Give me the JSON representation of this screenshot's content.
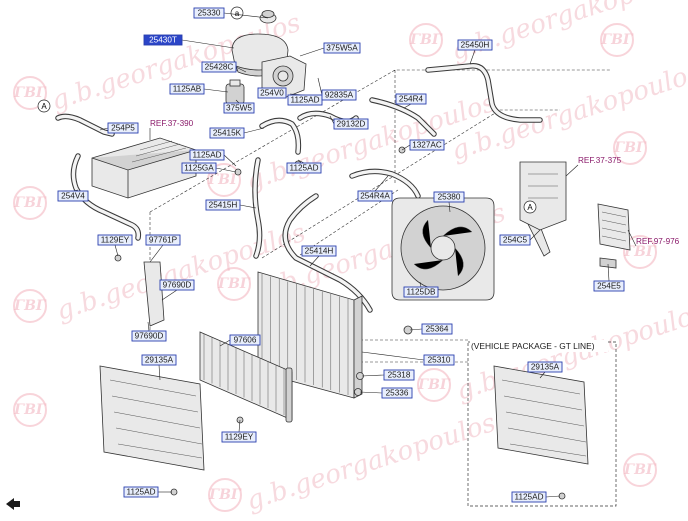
{
  "watermark": {
    "text": "g.b.georgakopoulos",
    "logo_text": "ΓΒΓ",
    "color": "#f1bcc6"
  },
  "colors": {
    "label_fill": "#e8eefc",
    "label_border": "#2a3fae",
    "selected_label_fill": "#2b45c8",
    "reference_text": "#8a1a6a"
  },
  "callouts": {
    "a_top": "a",
    "a_left": "A",
    "a_right": "A"
  },
  "package_box": {
    "title": "(VEHICLE PACKAGE - GT LINE)"
  },
  "references": [
    {
      "id": "ref-37-390",
      "text": "REF.37-390"
    },
    {
      "id": "ref-37-375",
      "text": "REF.37-375"
    },
    {
      "id": "ref-97-976",
      "text": "REF.97-976"
    }
  ],
  "labels": [
    {
      "id": "25330",
      "text": "25330"
    },
    {
      "id": "25430t",
      "text": "25430T",
      "selected": true
    },
    {
      "id": "25428c",
      "text": "25428C"
    },
    {
      "id": "1125ab",
      "text": "1125AB"
    },
    {
      "id": "375w5-a",
      "text": "375W5"
    },
    {
      "id": "254v0",
      "text": "254V0"
    },
    {
      "id": "1125ad-1",
      "text": "1125AD"
    },
    {
      "id": "92835a",
      "text": "92835A"
    },
    {
      "id": "375w5a",
      "text": "375W5A"
    },
    {
      "id": "25450h",
      "text": "25450H"
    },
    {
      "id": "254r4",
      "text": "254R4"
    },
    {
      "id": "254p5",
      "text": "254P5"
    },
    {
      "id": "25415k",
      "text": "25415K"
    },
    {
      "id": "29132d",
      "text": "29132D"
    },
    {
      "id": "1125ad-2",
      "text": "1125AD"
    },
    {
      "id": "1125ga",
      "text": "1125GA"
    },
    {
      "id": "1125ad-3",
      "text": "1125AD"
    },
    {
      "id": "1327ac",
      "text": "1327AC"
    },
    {
      "id": "254v4",
      "text": "254V4"
    },
    {
      "id": "25415h",
      "text": "25415H"
    },
    {
      "id": "254r4a",
      "text": "254R4A"
    },
    {
      "id": "25380",
      "text": "25380"
    },
    {
      "id": "254c5",
      "text": "254C5"
    },
    {
      "id": "1129ey-1",
      "text": "1129EY"
    },
    {
      "id": "97761p",
      "text": "97761P"
    },
    {
      "id": "25414h",
      "text": "25414H"
    },
    {
      "id": "254e5",
      "text": "254E5"
    },
    {
      "id": "1125db",
      "text": "1125DB"
    },
    {
      "id": "97690d-1",
      "text": "97690D"
    },
    {
      "id": "97690d-2",
      "text": "97690D"
    },
    {
      "id": "25364",
      "text": "25364"
    },
    {
      "id": "97606",
      "text": "97606"
    },
    {
      "id": "25310",
      "text": "25310"
    },
    {
      "id": "29135a-1",
      "text": "29135A"
    },
    {
      "id": "29135a-2",
      "text": "29135A"
    },
    {
      "id": "25318",
      "text": "25318"
    },
    {
      "id": "25336",
      "text": "25336"
    },
    {
      "id": "1129ey-2",
      "text": "1129EY"
    },
    {
      "id": "1125ad-4",
      "text": "1125AD"
    },
    {
      "id": "1125ad-5",
      "text": "1125AD"
    }
  ]
}
